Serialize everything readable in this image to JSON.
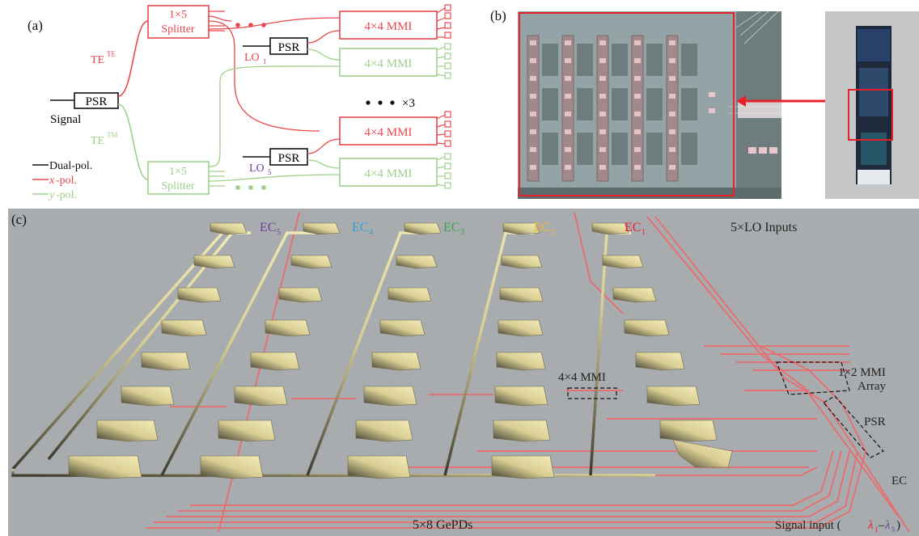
{
  "panel_a": {
    "label": "(a)",
    "signal": "Signal",
    "psr": "PSR",
    "te_top": "TE",
    "te_top_sup": "TE",
    "te_bottom": "TE",
    "te_bottom_sup": "TM",
    "splitter_line1": "1×5",
    "splitter_line2": "Splitter",
    "mmi": "4×4 MMI",
    "lo1": "LO",
    "lo1_sub": "1",
    "lo5": "LO",
    "lo5_sub": "5",
    "repeat": "×3",
    "legend": [
      {
        "text": "Dual-pol.",
        "color": "#111111"
      },
      {
        "prefix": "x",
        "text": "-pol.",
        "color": "#e8474c"
      },
      {
        "prefix": "y",
        "text": "-pol.",
        "color": "#9fd08a"
      }
    ]
  },
  "panel_b": {
    "label": "(b)"
  },
  "panel_c": {
    "label": "(c)",
    "ec_labels": [
      {
        "text": "EC",
        "sub": "5",
        "color": "#6b3fa0"
      },
      {
        "text": "EC",
        "sub": "4",
        "color": "#2e9fd8"
      },
      {
        "text": "EC",
        "sub": "3",
        "color": "#3aa04a"
      },
      {
        "text": "EC",
        "sub": "2",
        "color": "#f0b43a"
      },
      {
        "text": "EC",
        "sub": "1",
        "color": "#e8202a"
      }
    ],
    "lo_inputs": "5×LO Inputs",
    "mmi44": "4×4 MMI",
    "mmi12_line1": "1×2 MMI",
    "mmi12_line2": "Array",
    "psr": "PSR",
    "ec": "EC",
    "gepds": "5×8 GePDs",
    "signal_input": "Signal input (",
    "lambda1": "λ",
    "lambda1_sub": "1",
    "dash": "–",
    "lambda5": "λ",
    "lambda5_sub": "5",
    "close": ")"
  },
  "colors": {
    "red": "#e8474c",
    "green": "#9fd08a",
    "grey_bg": "#a9acae",
    "trace_red": "#ea6b6e"
  }
}
